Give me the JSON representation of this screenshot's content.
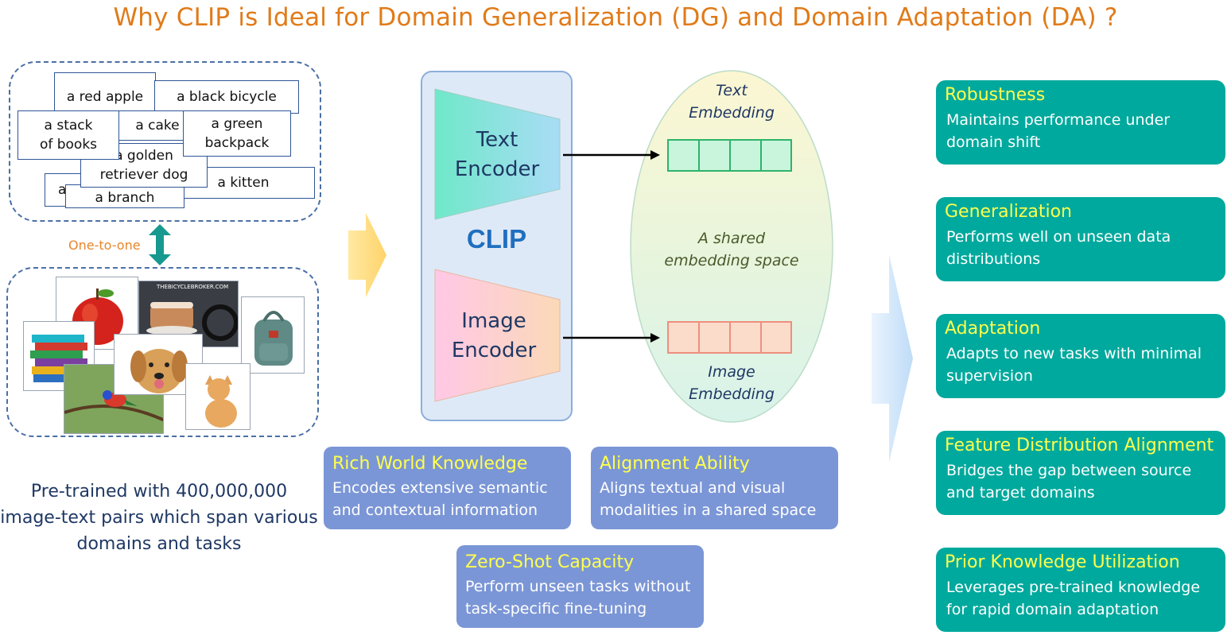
{
  "title": "Why CLIP is Ideal for Domain Generalization (DG) and Domain Adaptation (DA) ?",
  "captions": {
    "red_apple": "a red apple",
    "black_bicycle": "a black bicycle",
    "stack_of_books": "a stack of books",
    "cake": "a cake",
    "green_backpack": "a green backpack",
    "golden_retriever": "a golden retriever dog",
    "co": "a co",
    "kitten": "a kitten",
    "branch": "a branch"
  },
  "photo_watermark": "THEBICYCLEBROKER.COM",
  "one_to_one": "One-to-one",
  "pretrain_text": "Pre-trained with 400,000,000 image-text pairs which span various domains and tasks",
  "clip": {
    "text_encoder": "Text Encoder",
    "image_encoder": "Image Encoder",
    "label": "CLIP"
  },
  "embedding_space": {
    "text_embedding": "Text Embedding",
    "shared": "A shared embedding space",
    "image_embedding": "Image Embedding"
  },
  "features": [
    {
      "title": "Rich World Knowledge",
      "desc": "Encodes extensive semantic and contextual information"
    },
    {
      "title": "Alignment Ability",
      "desc": "Aligns textual and visual modalities in a shared space"
    },
    {
      "title": "Zero-Shot Capacity",
      "desc": "Perform unseen tasks without task-specific fine-tuning"
    }
  ],
  "properties": [
    {
      "title": "Robustness",
      "desc": "Maintains performance under domain shift"
    },
    {
      "title": "Generalization",
      "desc": "Performs well on unseen data distributions"
    },
    {
      "title": "Adaptation",
      "desc": "Adapts to new tasks with minimal supervision"
    },
    {
      "title": "Feature Distribution Alignment",
      "desc": "Bridges the gap between source and target domains"
    },
    {
      "title": "Prior Knowledge Utilization",
      "desc": "Leverages pre-trained knowledge for rapid domain adaptation"
    }
  ],
  "colors": {
    "title": "#E07B1A",
    "feature_box": "#7B96D6",
    "property_box": "#00A99D",
    "highlight_text": "#FFFF4D",
    "clip_label": "#1F6FBF",
    "text_embedding_cells": "#C8F5DC",
    "image_embedding_cells": "#FBDCCB"
  }
}
